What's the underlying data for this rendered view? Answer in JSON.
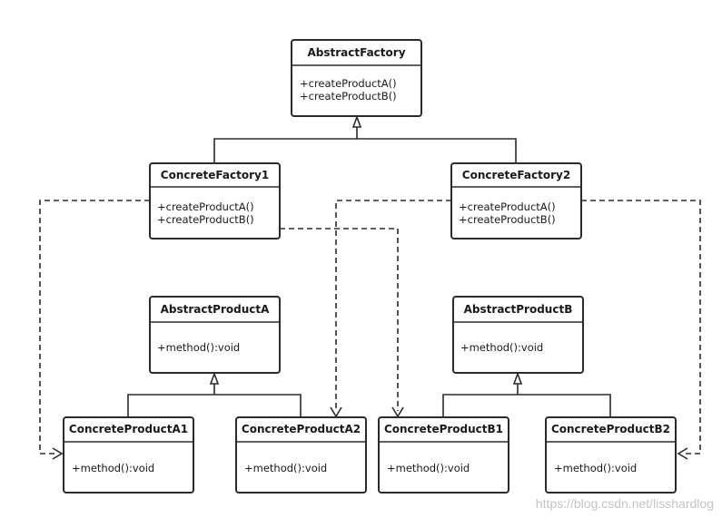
{
  "classes": {
    "abstract_factory": {
      "name": "AbstractFactory",
      "methods": [
        "+createProductA()",
        "+createProductB()"
      ]
    },
    "concrete_factory_1": {
      "name": "ConcreteFactory1",
      "methods": [
        "+createProductA()",
        "+createProductB()"
      ]
    },
    "concrete_factory_2": {
      "name": "ConcreteFactory2",
      "methods": [
        "+createProductA()",
        "+createProductB()"
      ]
    },
    "abstract_product_a": {
      "name": "AbstractProductA",
      "methods": [
        "+method():void"
      ]
    },
    "abstract_product_b": {
      "name": "AbstractProductB",
      "methods": [
        "+method():void"
      ]
    },
    "concrete_product_a1": {
      "name": "ConcreteProductA1",
      "methods": [
        "+method():void"
      ]
    },
    "concrete_product_a2": {
      "name": "ConcreteProductA2",
      "methods": [
        "+method():void"
      ]
    },
    "concrete_product_b1": {
      "name": "ConcreteProductB1",
      "methods": [
        "+method():void"
      ]
    },
    "concrete_product_b2": {
      "name": "ConcreteProductB2",
      "methods": [
        "+method():void"
      ]
    }
  },
  "relations": [
    {
      "type": "inheritance",
      "from": "ConcreteFactory1",
      "to": "AbstractFactory"
    },
    {
      "type": "inheritance",
      "from": "ConcreteFactory2",
      "to": "AbstractFactory"
    },
    {
      "type": "inheritance",
      "from": "ConcreteProductA1",
      "to": "AbstractProductA"
    },
    {
      "type": "inheritance",
      "from": "ConcreteProductA2",
      "to": "AbstractProductA"
    },
    {
      "type": "inheritance",
      "from": "ConcreteProductB1",
      "to": "AbstractProductB"
    },
    {
      "type": "inheritance",
      "from": "ConcreteProductB2",
      "to": "AbstractProductB"
    },
    {
      "type": "dependency",
      "from": "ConcreteFactory1",
      "to": "ConcreteProductA1"
    },
    {
      "type": "dependency",
      "from": "ConcreteFactory1",
      "to": "ConcreteProductB1"
    },
    {
      "type": "dependency",
      "from": "ConcreteFactory2",
      "to": "ConcreteProductA2"
    },
    {
      "type": "dependency",
      "from": "ConcreteFactory2",
      "to": "ConcreteProductB2"
    }
  ],
  "watermark": "https://blog.csdn.net/lisshardlog"
}
